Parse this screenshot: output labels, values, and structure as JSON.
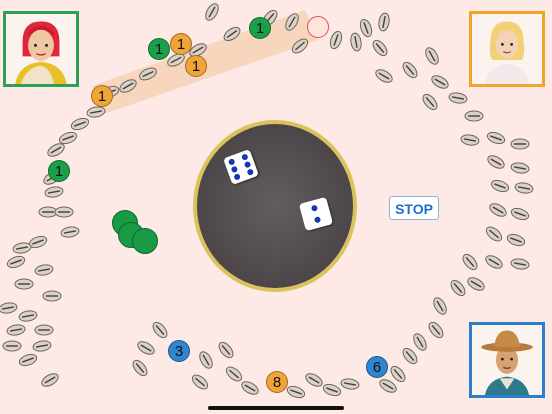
{
  "game": {
    "stop_label": "STOP"
  },
  "players": [
    {
      "name": "player-red-hair-woman",
      "color": "#2ea055"
    },
    {
      "name": "player-blonde-woman",
      "color": "#f0a52a"
    },
    {
      "name": "player-cowboy",
      "color": "#2c7fcd"
    }
  ],
  "dice": {
    "die_1": 6,
    "die_2": 2
  },
  "tokens": {
    "green_top_left": "1",
    "green_top_center": "1",
    "orange_top_mid": "1",
    "orange_top_left": "1",
    "orange_top_far_left": "1",
    "green_left": "1",
    "blue_bottom_left": "3",
    "orange_bottom": "8",
    "blue_bottom_right": "6"
  },
  "colors": {
    "green": "#1aa04a",
    "orange": "#f0a53a",
    "blue": "#2f86cf",
    "background": "#fde9e6",
    "board_center": "#5a5459",
    "board_rim": "#d9c35a"
  }
}
